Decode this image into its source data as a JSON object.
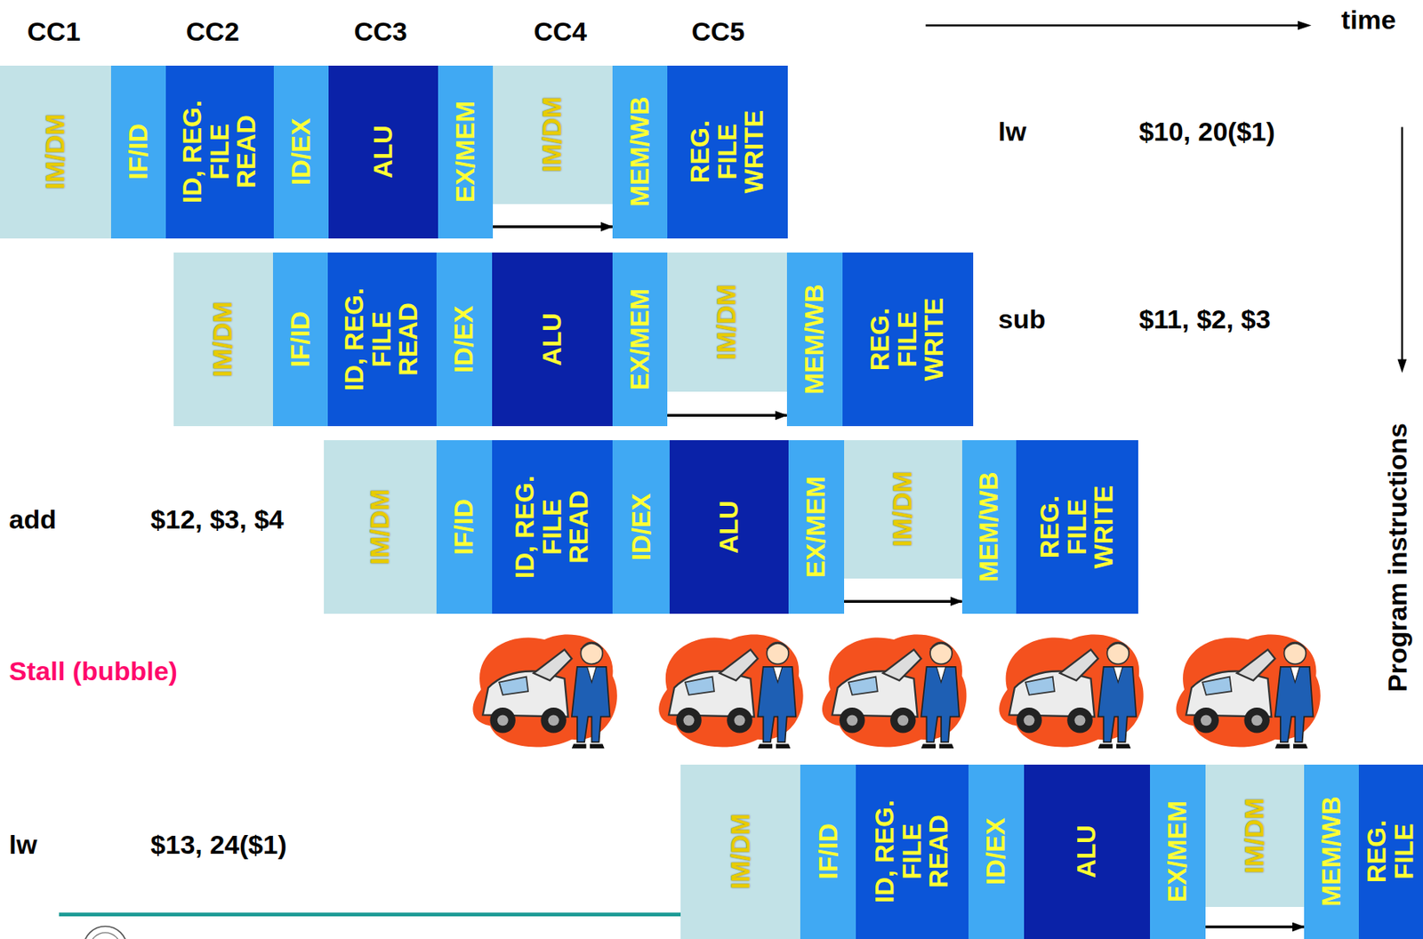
{
  "diagram": {
    "nodes": [
      {
        "text": [
          "IM/DM"
        ]
      },
      {
        "text": [
          "IF/ID"
        ]
      },
      {
        "text": [
          "ID, REG. FILE READ"
        ]
      },
      {
        "text": [
          "ID/EX"
        ]
      },
      {
        "text": [
          "ALU"
        ]
      },
      {
        "text": [
          "EX/MEM"
        ]
      },
      {
        "text": [
          "IM/DM"
        ]
      },
      {
        "text": [
          "MEM/WB"
        ]
      },
      {
        "text": [
          "REG. FILE WRITE"
        ]
      },
      {
        "text": [
          "IM/DM"
        ]
      },
      {
        "text": [
          "IF/ID"
        ]
      },
      {
        "text": [
          "ID, REG. FILE READ"
        ]
      },
      {
        "text": [
          "ID/EX"
        ]
      },
      {
        "text": [
          "ALU"
        ]
      },
      {
        "text": [
          "EX/MEM"
        ]
      },
      {
        "text": [
          "IM/DM"
        ]
      },
      {
        "text": [
          "MEM/WB"
        ]
      },
      {
        "text": [
          "REG. FILE WRITE"
        ]
      },
      {
        "text": [
          "IM/DM"
        ]
      },
      {
        "text": [
          "IF/ID"
        ]
      },
      {
        "text": [
          "ID, REG. FILE READ"
        ]
      },
      {
        "text": [
          "ID/EX"
        ]
      },
      {
        "text": [
          "ALU"
        ]
      },
      {
        "text": [
          "EX/MEM"
        ]
      },
      {
        "text": [
          "IM/DM"
        ]
      },
      {
        "text": [
          "MEM/WB"
        ]
      },
      {
        "text": [
          "REG. FILE WRITE"
        ]
      },
      {
        "text": [
          "IM/DM"
        ]
      },
      {
        "text": [
          "IF/ID"
        ]
      },
      {
        "text": [
          "ID, REG. FILE READ"
        ]
      },
      {
        "text": [
          "ID/EX"
        ]
      },
      {
        "text": [
          "ALU"
        ]
      },
      {
        "text": [
          "EX/MEM"
        ]
      },
      {
        "text": [
          "IM/DM"
        ]
      },
      {
        "text": [
          "MEM/WB"
        ]
      },
      {
        "text": [
          "REG. FILE"
        ]
      }
    ],
    "edges": [
      {
        "from": 5,
        "to": 7,
        "arrow": "to"
      },
      {
        "from": 14,
        "to": 16,
        "arrow": "to"
      },
      {
        "from": 23,
        "to": 25,
        "arrow": "to"
      },
      {
        "from": 32,
        "to": 34,
        "arrow": "to"
      }
    ],
    "labels": [
      "CC1",
      "CC2",
      "CC3",
      "CC4",
      "CC5",
      "time",
      "lw",
      "$10, 20($1)",
      "sub",
      "$11, $2, $3",
      "add",
      "$12, $3, $4",
      "Stall (bubble)",
      "lw",
      "$13, 24($1)",
      "Program instructions"
    ]
  }
}
